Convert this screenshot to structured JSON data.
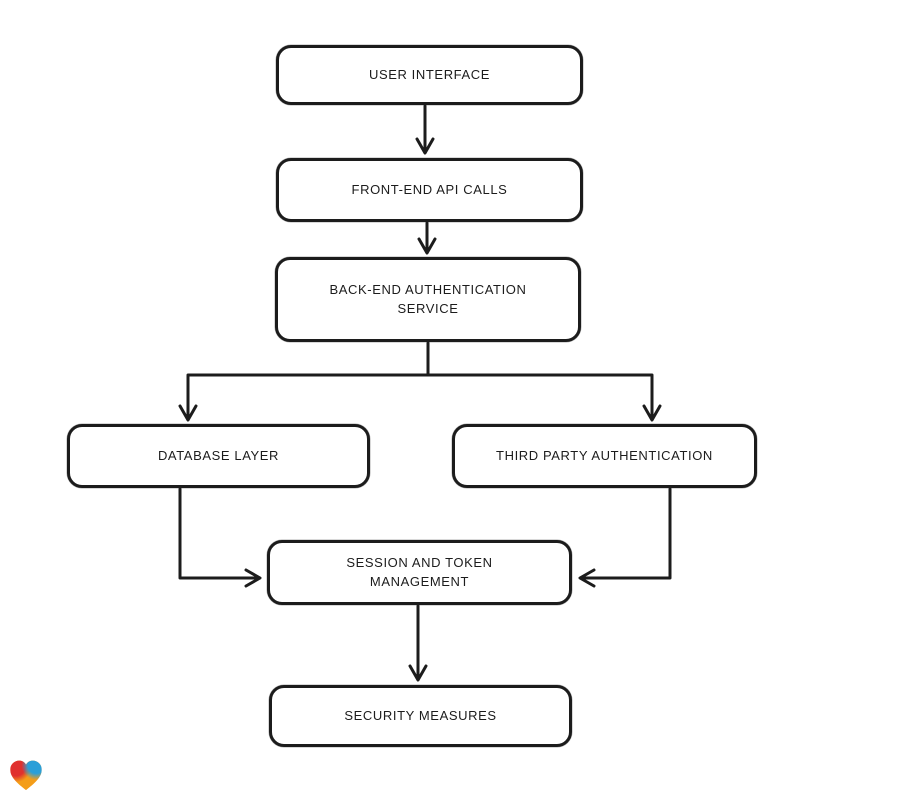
{
  "diagram": {
    "type": "flowchart",
    "background": "#ffffff",
    "stroke_color": "#1c1c1c",
    "node_fill": "#ffffff",
    "nodes": [
      {
        "id": "user-interface",
        "label": "USER INTERFACE"
      },
      {
        "id": "front-end-api-calls",
        "label": "FRONT-END API CALLS"
      },
      {
        "id": "back-end-authentication-service",
        "label": "BACK-END AUTHENTICATION\nSERVICE"
      },
      {
        "id": "database-layer",
        "label": "DATABASE LAYER"
      },
      {
        "id": "third-party-authentication",
        "label": "THIRD PARTY AUTHENTICATION"
      },
      {
        "id": "session-and-token-management",
        "label": "SESSION AND TOKEN\nMANAGEMENT"
      },
      {
        "id": "security-measures",
        "label": "SECURITY MEASURES"
      }
    ],
    "edges": [
      {
        "from": "user-interface",
        "to": "front-end-api-calls"
      },
      {
        "from": "front-end-api-calls",
        "to": "back-end-authentication-service"
      },
      {
        "from": "back-end-authentication-service",
        "to": "database-layer"
      },
      {
        "from": "back-end-authentication-service",
        "to": "third-party-authentication"
      },
      {
        "from": "database-layer",
        "to": "session-and-token-management"
      },
      {
        "from": "third-party-authentication",
        "to": "session-and-token-management"
      },
      {
        "from": "session-and-token-management",
        "to": "security-measures"
      }
    ]
  },
  "branding": {
    "logo": "gradient-heart-logo",
    "colors": {
      "red": "#e0312e",
      "blue": "#2a9fd8",
      "green": "#7faf3e",
      "orange": "#f49d18"
    }
  }
}
